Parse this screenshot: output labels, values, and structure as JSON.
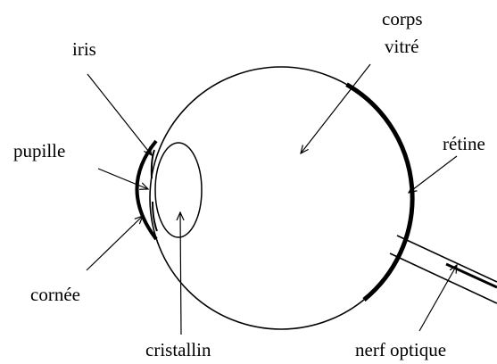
{
  "labels": {
    "corps": "corps",
    "vitre": "vitré",
    "iris": "iris",
    "pupille": "pupille",
    "retine": "rétine",
    "cornee": "cornée",
    "cristallin": "cristallin",
    "nerf": "nerf optique"
  },
  "colors": {
    "stroke": "#000000",
    "background": "#ffffff"
  }
}
